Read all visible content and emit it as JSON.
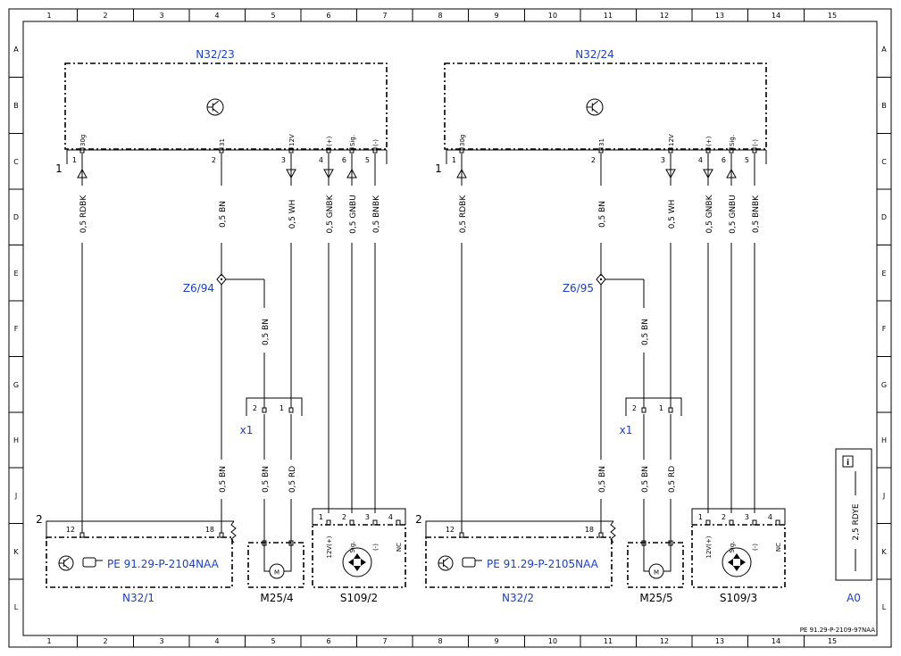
{
  "grid": {
    "columns": [
      "1",
      "2",
      "3",
      "4",
      "5",
      "6",
      "7",
      "8",
      "9",
      "10",
      "11",
      "12",
      "13",
      "14",
      "15"
    ],
    "rows": [
      "A",
      "B",
      "C",
      "D",
      "E",
      "F",
      "G",
      "H",
      "J",
      "K",
      "L"
    ]
  },
  "modules": [
    {
      "id": "N32/23",
      "marker": "1",
      "pins": [
        {
          "num": "1",
          "sig": "30g"
        },
        {
          "num": "2",
          "sig": "31"
        },
        {
          "num": "3",
          "sig": "12V"
        },
        {
          "num": "4",
          "sig": "(+)"
        },
        {
          "num": "6",
          "sig": "Sig."
        },
        {
          "num": "5",
          "sig": "(-)"
        }
      ],
      "wires_top": [
        "0,5 RDBK",
        "0,5 BN",
        "0,5 WH",
        "0,5 GNBK",
        "0,5 GNBU",
        "0,5 BNBK"
      ],
      "splice": "Z6/94",
      "splice_wire": "0,5 BN",
      "connector": {
        "id": "x1",
        "pin_left": "2",
        "pin_right": "1"
      },
      "wires_bottom": [
        "0,5 BN",
        "0,5 BN",
        "0,5 RD"
      ],
      "seat": {
        "id": "N32/1",
        "marker": "2",
        "pin_a": "12",
        "pin_b": "18",
        "ref": "PE 91.29-P-2104NAA"
      },
      "motor": {
        "id": "M25/4",
        "symbol": "M"
      },
      "switch": {
        "id": "S109/2",
        "pins": [
          "1",
          "2",
          "3",
          "4"
        ],
        "labels": [
          "12V(+)",
          "Sig.",
          "(-)",
          "NC"
        ]
      }
    },
    {
      "id": "N32/24",
      "marker": "1",
      "pins": [
        {
          "num": "1",
          "sig": "30g"
        },
        {
          "num": "2",
          "sig": "31"
        },
        {
          "num": "3",
          "sig": "12V"
        },
        {
          "num": "4",
          "sig": "(+)"
        },
        {
          "num": "6",
          "sig": "Sig."
        },
        {
          "num": "5",
          "sig": "(-)"
        }
      ],
      "wires_top": [
        "0,5 RDBK",
        "0,5 BN",
        "0,5 WH",
        "0,5 GNBK",
        "0,5 GNBU",
        "0,5 BNBK"
      ],
      "splice": "Z6/95",
      "splice_wire": "0,5 BN",
      "connector": {
        "id": "x1",
        "pin_left": "2",
        "pin_right": "1"
      },
      "wires_bottom": [
        "0,5 BN",
        "0,5 BN",
        "0,5 RD"
      ],
      "seat": {
        "id": "N32/2",
        "marker": "2",
        "pin_a": "12",
        "pin_b": "18",
        "ref": "PE 91.29-P-2105NAA"
      },
      "motor": {
        "id": "M25/5",
        "symbol": "M"
      },
      "switch": {
        "id": "S109/3",
        "pins": [
          "1",
          "2",
          "3",
          "4"
        ],
        "labels": [
          "12V(+)",
          "Sig.",
          "(-)",
          "NC"
        ]
      }
    }
  ],
  "legend": {
    "id": "A0",
    "text": "2,5 RDYE"
  },
  "footer": {
    "doc": "PE 91.29-P-2109-97NAA"
  }
}
